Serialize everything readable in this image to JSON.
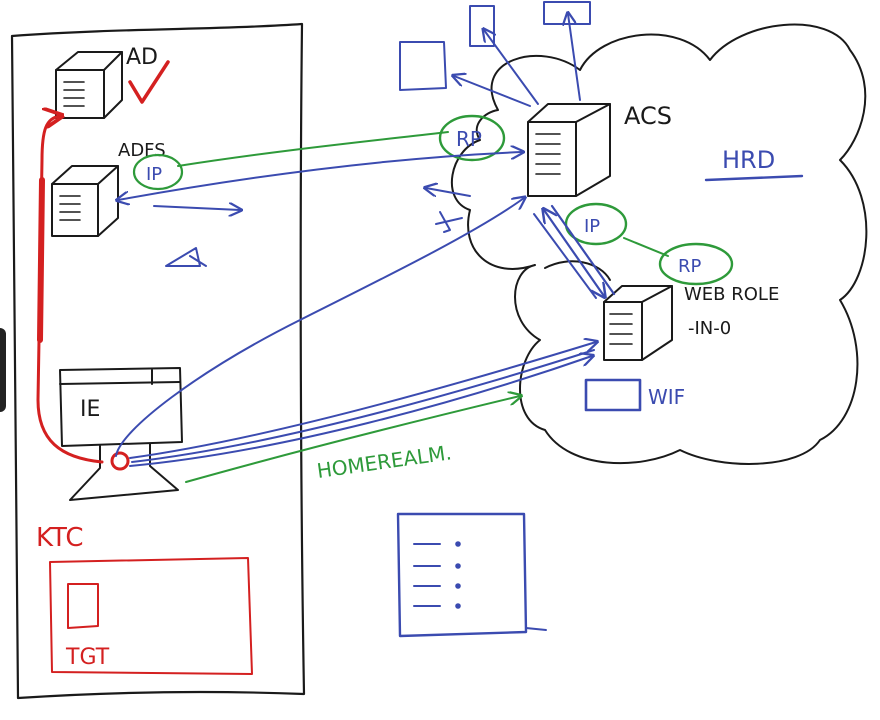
{
  "colors": {
    "ink": "#1a1a1a",
    "blue": "#3b4bb0",
    "green": "#2e9a3a",
    "red": "#d42020"
  },
  "corp": {
    "ad_label": "AD",
    "adfs_label": "ADFS",
    "ip_badge": "IP",
    "ie_label": "IE",
    "ktc_label": "KTC",
    "tgt_label": "TGT"
  },
  "cloud": {
    "acs_label": "ACS",
    "rp_badge_acs": "RP",
    "hrd_label": "HRD",
    "ip_badge_acs": "IP",
    "rp_badge_web": "RP",
    "webrole_label": "WEB ROLE",
    "webrole_sub": "-IN-0",
    "wif_label": "WIF"
  },
  "flow": {
    "homerealm_label": "HOMEREALM."
  }
}
